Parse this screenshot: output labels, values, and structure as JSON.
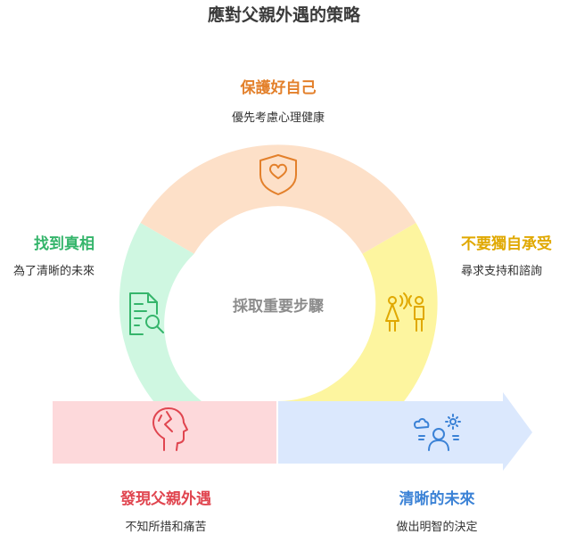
{
  "title": "應對父親外遇的策略",
  "center": "採取重要步驟",
  "steps": [
    {
      "id": "protect",
      "title": "保護好自己",
      "desc": "優先考慮心理健康",
      "color": "#e3802b",
      "icon": "shield-heart-icon"
    },
    {
      "id": "seek-help",
      "title": "不要獨自承受",
      "desc": "尋求支持和諮詢",
      "color": "#e0a800",
      "icon": "people-talking-icon"
    },
    {
      "id": "truth",
      "title": "找到真相",
      "desc": "為了清晰的未來",
      "color": "#35b56b",
      "icon": "document-search-icon"
    },
    {
      "id": "discover",
      "title": "發現父親外遇",
      "desc": "不知所措和痛苦",
      "color": "#e0454f",
      "icon": "head-shattered-icon"
    },
    {
      "id": "future",
      "title": "清晰的未來",
      "desc": "做出明智的決定",
      "color": "#3b82d6",
      "icon": "person-weather-icon"
    }
  ]
}
